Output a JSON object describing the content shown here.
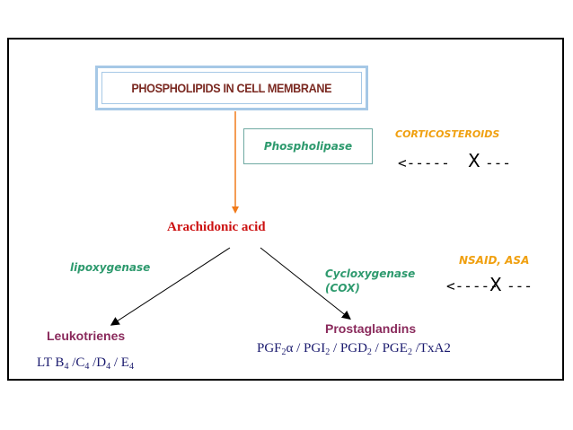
{
  "title": "PHOSPHOLIPIDS IN CELL MEMBRANE",
  "enzymes": {
    "phospholipase": "Phospholipase",
    "lipoxygenase": "lipoxygenase",
    "cyclooxygenase_line1": "Cycloxygenase",
    "cyclooxygenase_line2": "(COX)"
  },
  "inhibitors": {
    "corticosteroids": "CORTICOSTEROIDS",
    "nsaid": "NSAID, ASA",
    "arrow_symbol": "<-----",
    "arrow_tail": "---",
    "block_mark": "X"
  },
  "intermediate": "Arachidonic acid",
  "products": {
    "leukotrienes": {
      "label": "Leukotrienes",
      "prefix": "LT B",
      "subscript": "4",
      "items": [
        {
          "sep": " /C",
          "sub": "4"
        },
        {
          "sep": " /D",
          "sub": "4"
        },
        {
          "sep": " / E",
          "sub": "4"
        }
      ]
    },
    "prostaglandins": {
      "label": "Prostaglandins",
      "parts": [
        {
          "text": "PGF",
          "sub": "2"
        },
        {
          "text": "α / PGI",
          "sub": "2"
        },
        {
          "text": " / PGD",
          "sub": "2"
        },
        {
          "text": " / PGE",
          "sub": "2"
        },
        {
          "text": " /TxA2",
          "sub": ""
        }
      ]
    }
  },
  "colors": {
    "title_text": "#7b2a22",
    "title_border": "#a6c8e6",
    "enzyme": "#2e9a6e",
    "inhibitor": "#f0a010",
    "arachidonic": "#cc1111",
    "product": "#8a2a5c",
    "formula": "#1a1a6e",
    "main_arrow": "#f07a1a"
  }
}
